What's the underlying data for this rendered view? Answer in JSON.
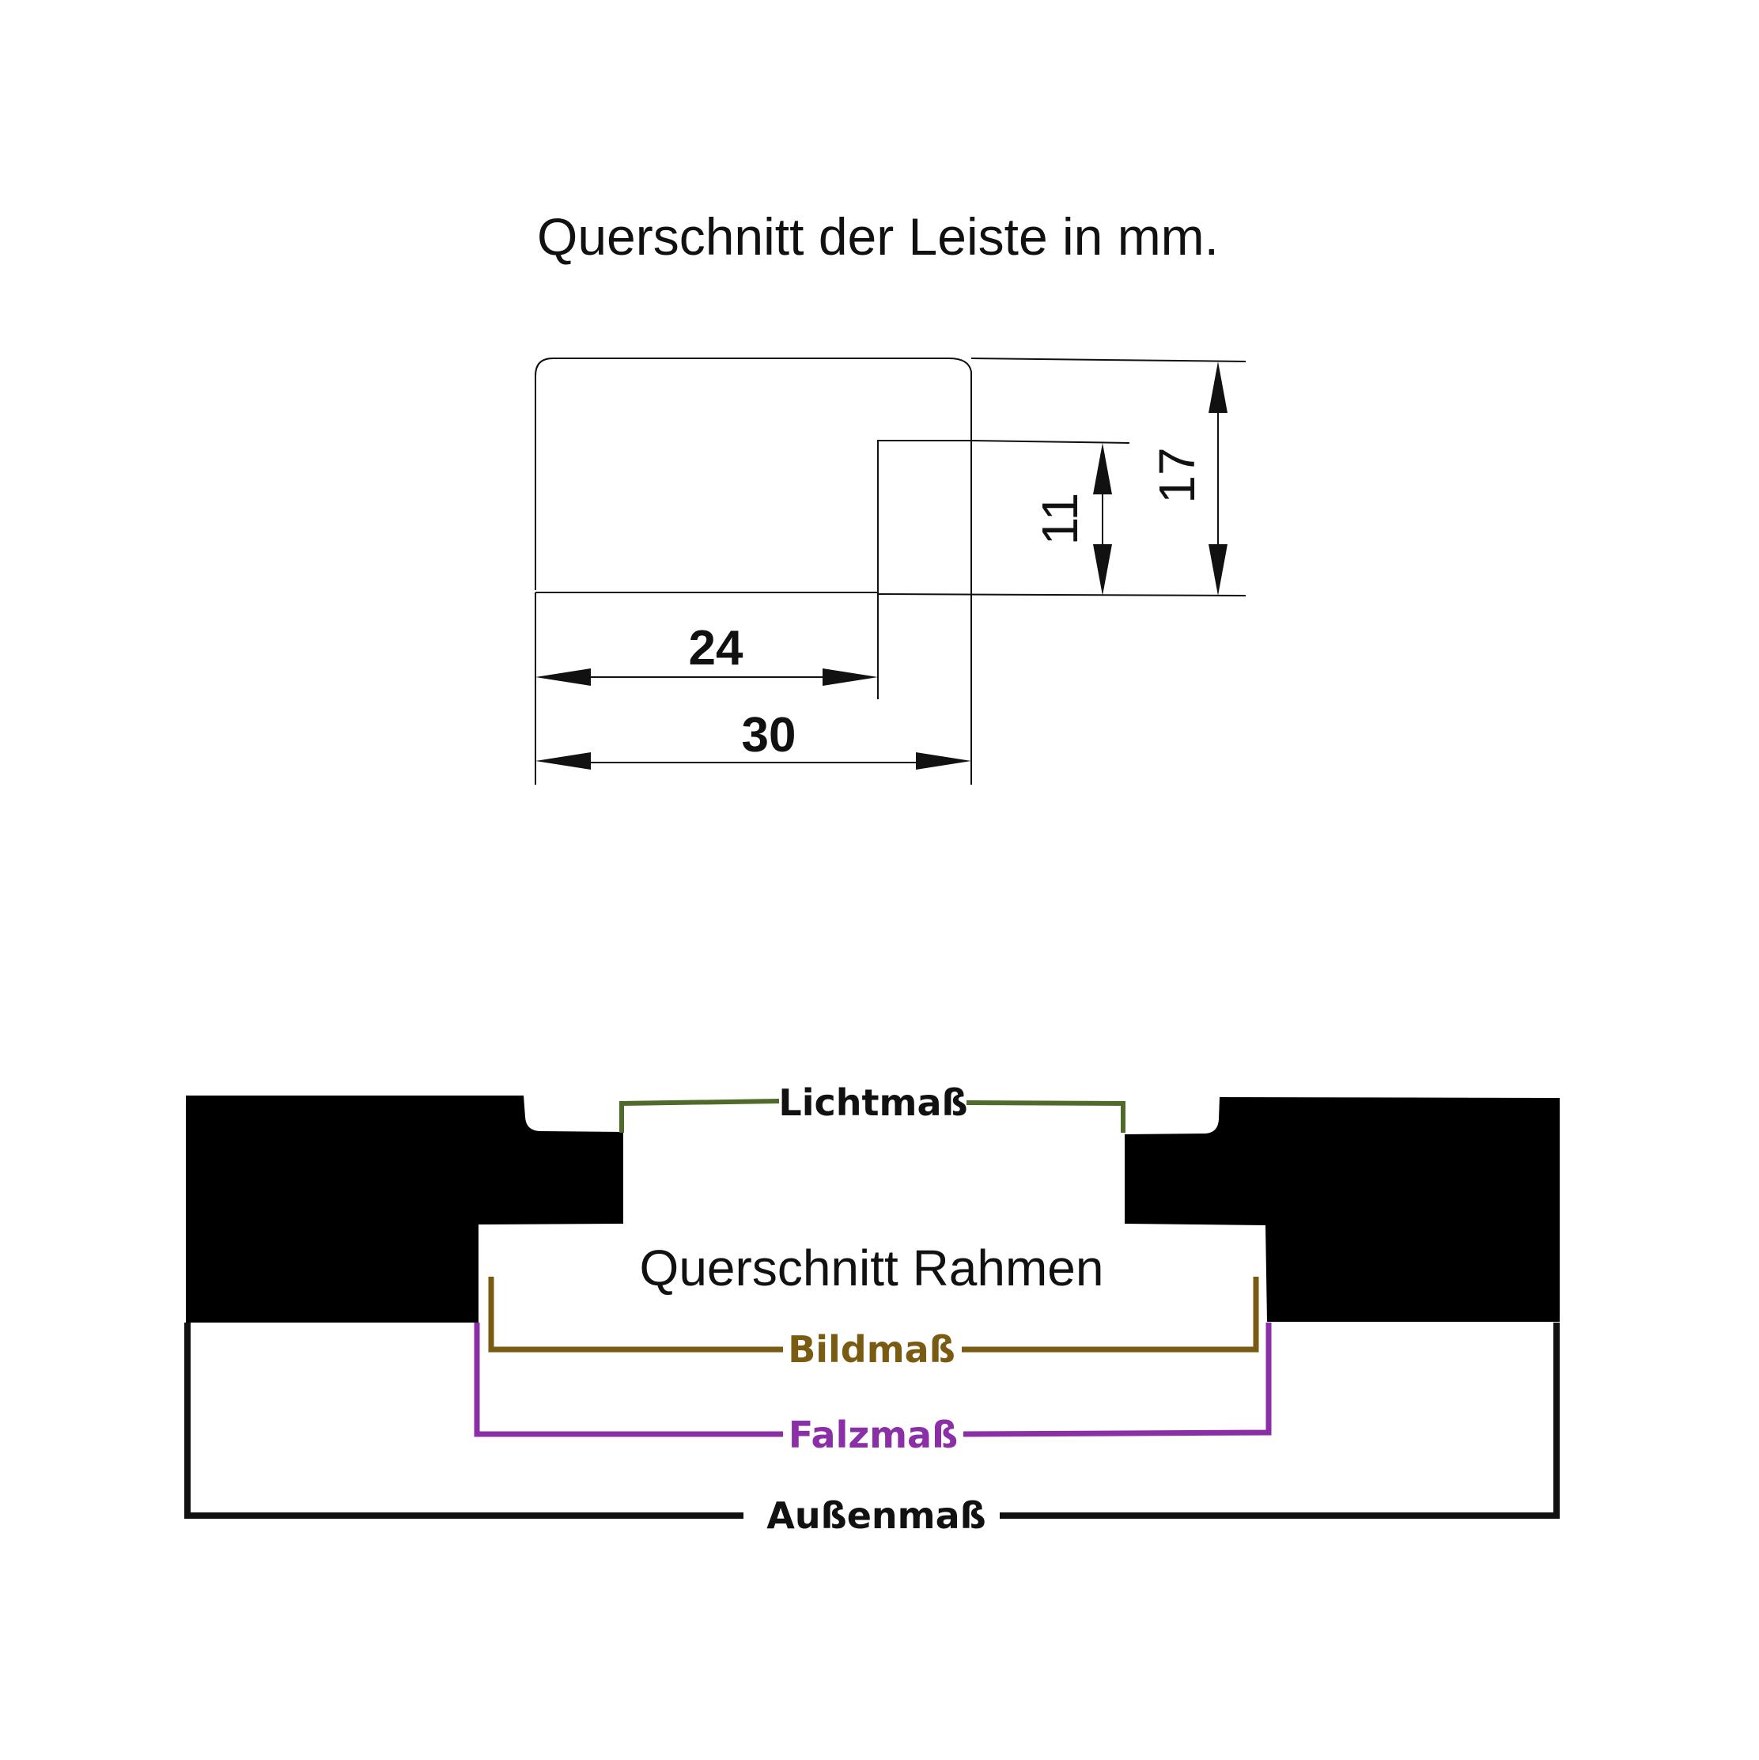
{
  "profile": {
    "title": "Querschnitt der Leiste in mm.",
    "dim_inner_width": "24",
    "dim_outer_width": "30",
    "dim_rebate_height": "11",
    "dim_total_height": "17"
  },
  "frame": {
    "title": "Querschnitt Rahmen",
    "labels": {
      "lichtmass": "Lichtmaß",
      "bildmass": "Bildmaß",
      "falzmass": "Falzmaß",
      "aussenmass": "Außenmaß"
    },
    "colors": {
      "lichtmass": "#4f6b2a",
      "bildmass": "#7a5b12",
      "falzmass": "#8a2fa6",
      "aussenmass": "#111111",
      "profile_fill": "#000000"
    }
  }
}
